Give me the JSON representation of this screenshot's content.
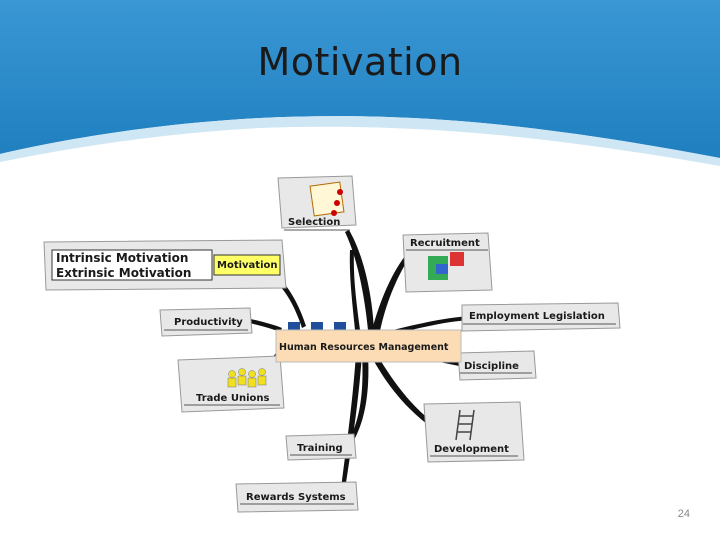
{
  "slide": {
    "title": "Motivation",
    "page_number": "24"
  },
  "diagram": {
    "center": "Human Resources Management",
    "motivation_label": "Motivation",
    "motivation_items": [
      "Intrinsic Motivation",
      "Extrinsic Motivation"
    ],
    "branches": {
      "selection": "Selection",
      "recruitment": "Recruitment",
      "employment_legislation": "Employment Legislation",
      "productivity": "Productivity",
      "discipline": "Discipline",
      "trade_unions": "Trade Unions",
      "development": "Development",
      "training": "Training",
      "rewards_systems": "Rewards Systems"
    }
  },
  "colors": {
    "header_blue": "#2e8bc7",
    "center_fill": "#fbdcb4",
    "motivation_highlight": "#ffff66",
    "marker_blue": "#1f4f9a"
  }
}
